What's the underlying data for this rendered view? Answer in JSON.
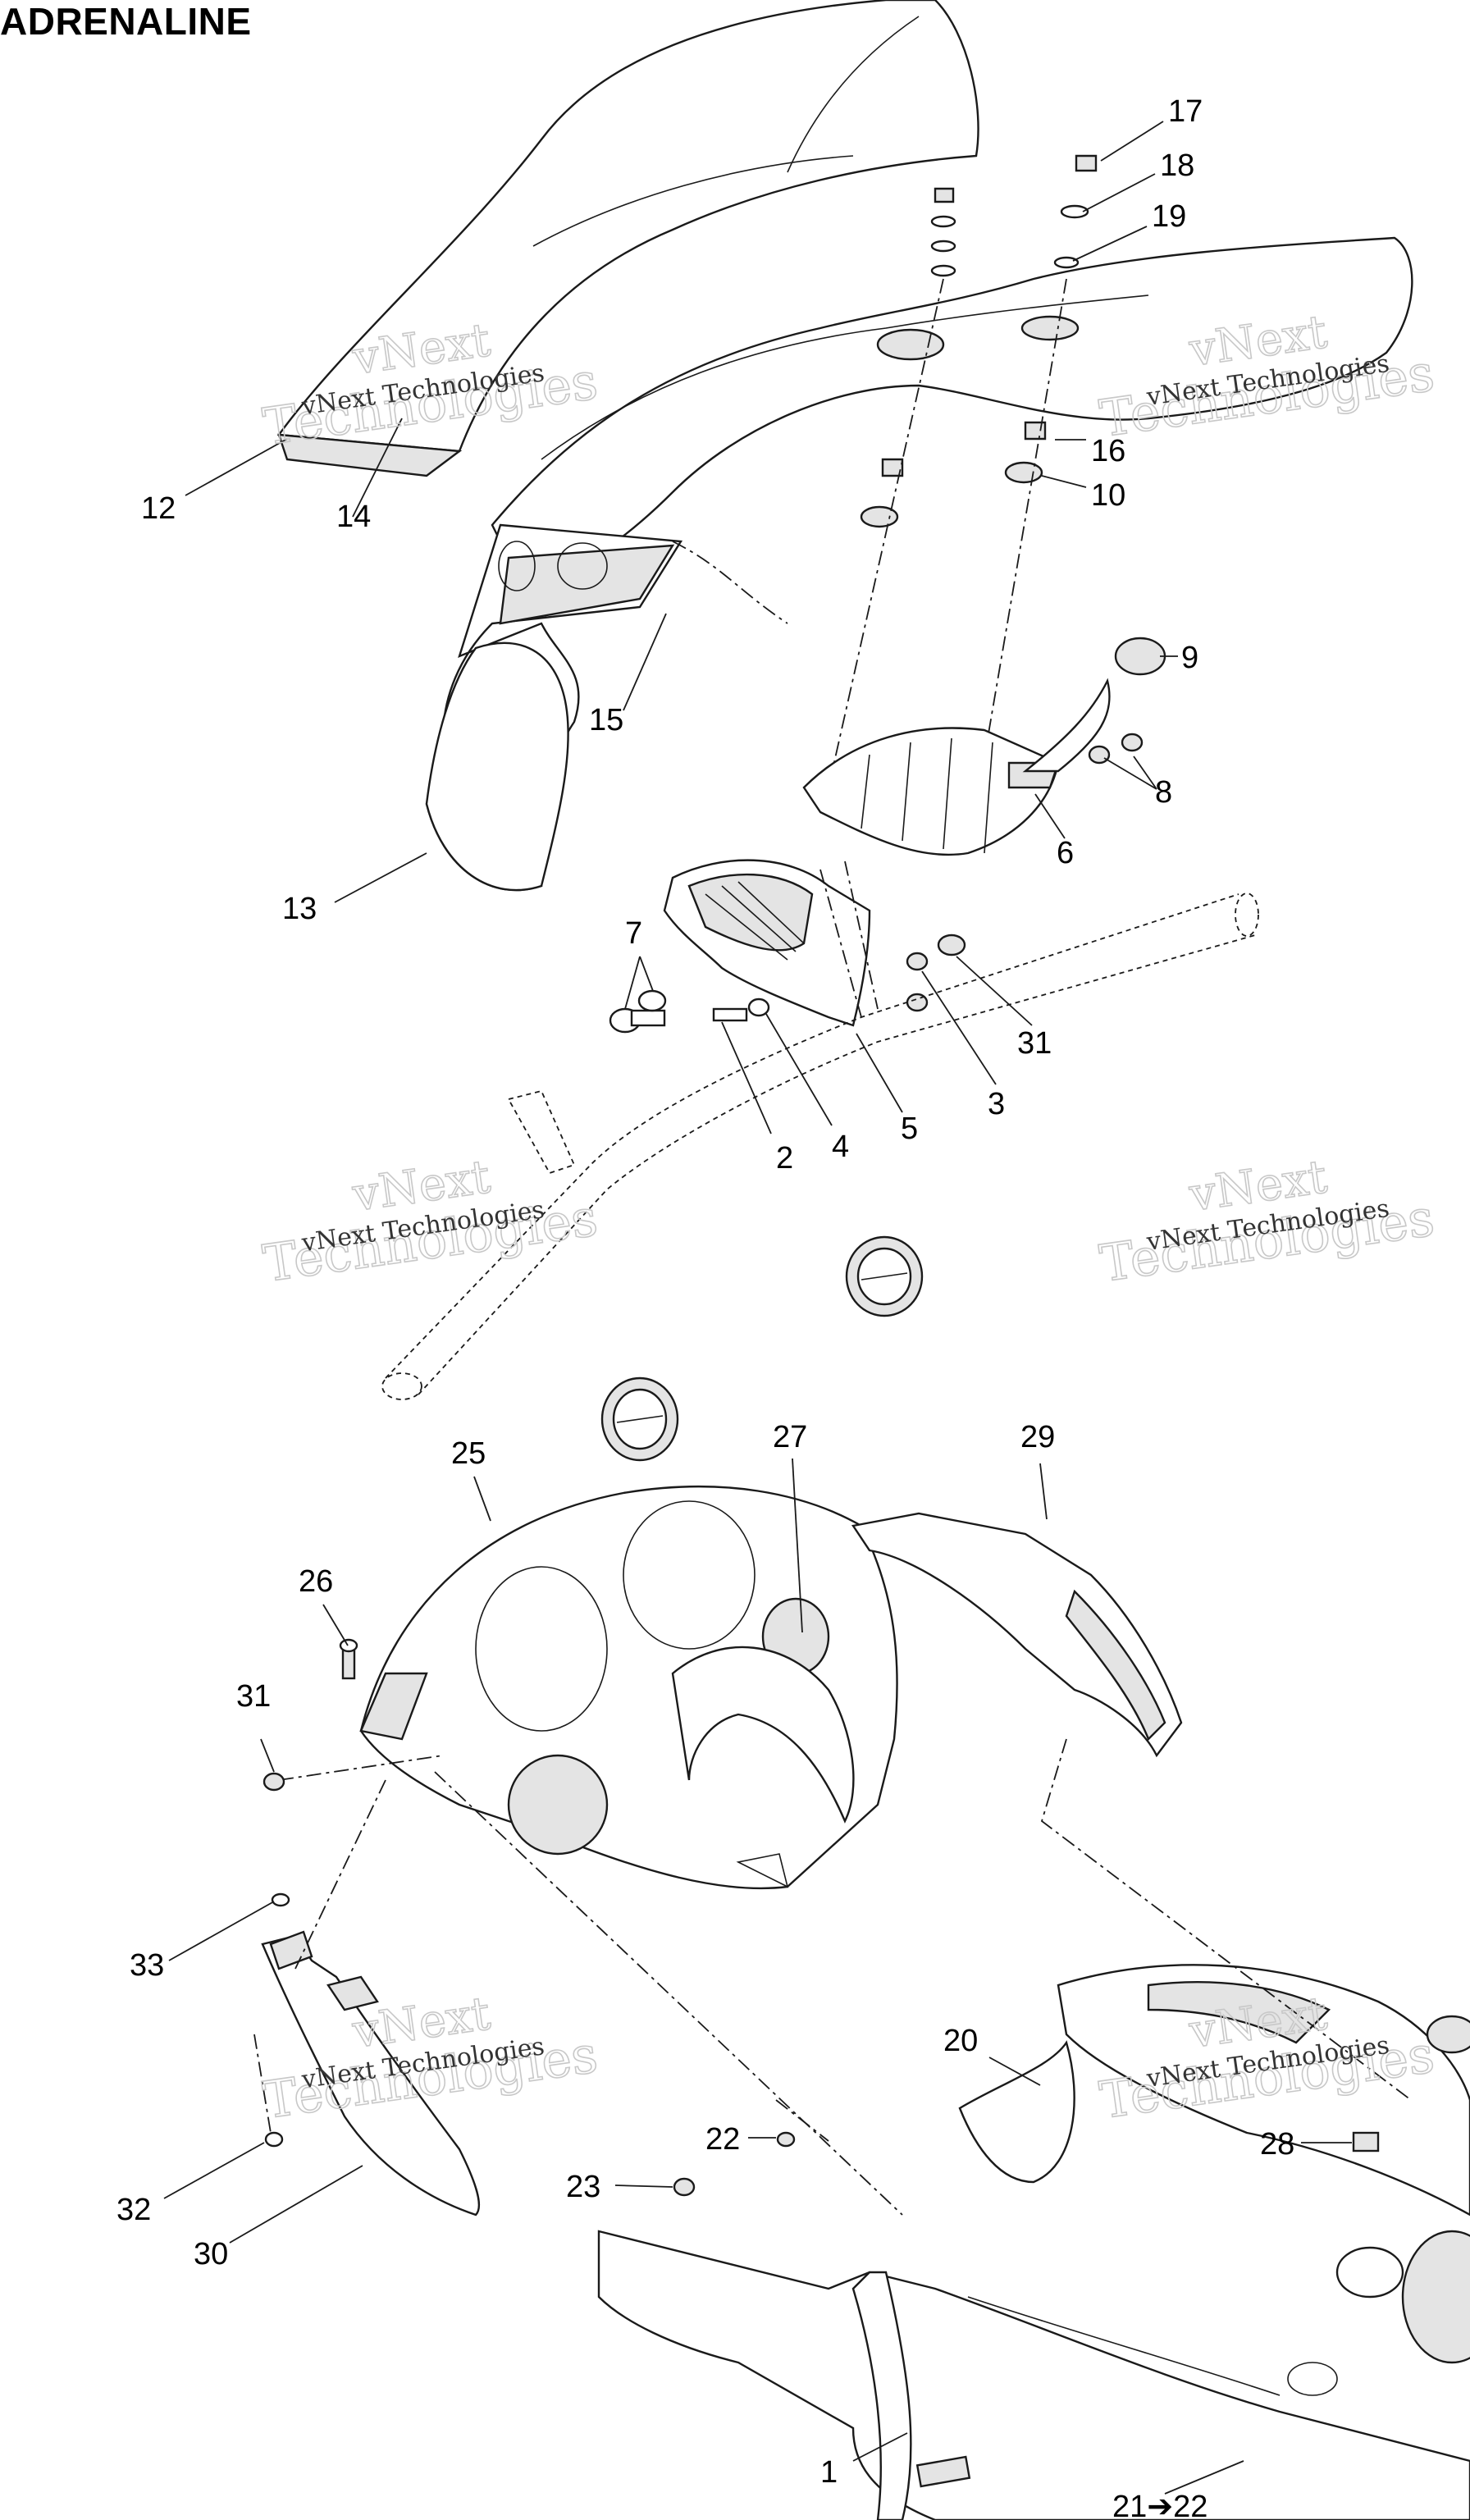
{
  "title": "ADRENALINE",
  "callouts": [
    {
      "id": "17",
      "label": "17"
    },
    {
      "id": "18",
      "label": "18"
    },
    {
      "id": "19",
      "label": "19"
    },
    {
      "id": "16",
      "label": "16"
    },
    {
      "id": "10",
      "label": "10"
    },
    {
      "id": "12",
      "label": "12"
    },
    {
      "id": "14",
      "label": "14"
    },
    {
      "id": "15",
      "label": "15"
    },
    {
      "id": "9",
      "label": "9"
    },
    {
      "id": "8",
      "label": "8"
    },
    {
      "id": "6",
      "label": "6"
    },
    {
      "id": "13",
      "label": "13"
    },
    {
      "id": "7",
      "label": "7"
    },
    {
      "id": "31a",
      "label": "31"
    },
    {
      "id": "3",
      "label": "3"
    },
    {
      "id": "5",
      "label": "5"
    },
    {
      "id": "4",
      "label": "4"
    },
    {
      "id": "2",
      "label": "2"
    },
    {
      "id": "25",
      "label": "25"
    },
    {
      "id": "27",
      "label": "27"
    },
    {
      "id": "29",
      "label": "29"
    },
    {
      "id": "26",
      "label": "26"
    },
    {
      "id": "31b",
      "label": "31"
    },
    {
      "id": "33",
      "label": "33"
    },
    {
      "id": "20",
      "label": "20"
    },
    {
      "id": "22",
      "label": "22"
    },
    {
      "id": "23",
      "label": "23"
    },
    {
      "id": "28",
      "label": "28"
    },
    {
      "id": "32",
      "label": "32"
    },
    {
      "id": "30",
      "label": "30"
    },
    {
      "id": "1",
      "label": "1"
    },
    {
      "id": "21to22",
      "label": "21➔22"
    }
  ],
  "watermark": {
    "line1": "vNext",
    "line2": "Technologies",
    "small": "vNext Technologies"
  }
}
